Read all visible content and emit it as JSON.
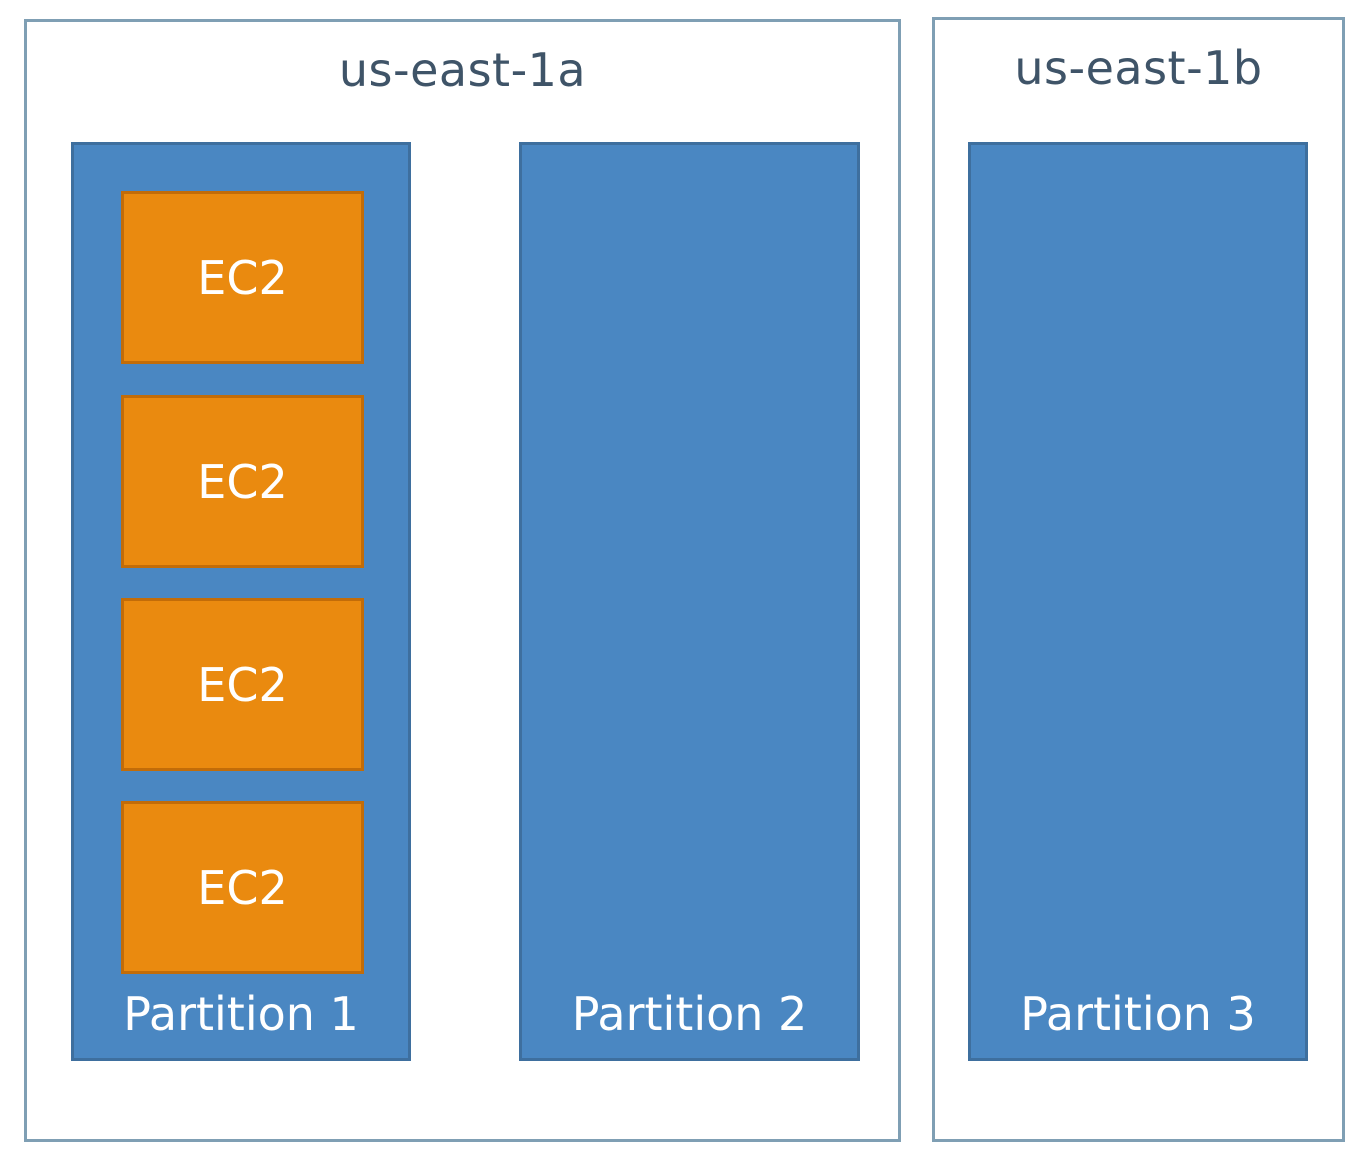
{
  "zones": [
    {
      "title": "us-east-1a"
    },
    {
      "title": "us-east-1b"
    }
  ],
  "partitions": [
    {
      "label": "Partition 1",
      "instances": [
        "EC2",
        "EC2",
        "EC2",
        "EC2"
      ]
    },
    {
      "label": "Partition 2",
      "instances": []
    },
    {
      "label": "Partition 3",
      "instances": []
    }
  ],
  "colors": {
    "zone_border": "#7f9fb4",
    "zone_title": "#3f5468",
    "partition_fill": "#4a87c2",
    "ec2_fill": "#ea8a0f"
  }
}
